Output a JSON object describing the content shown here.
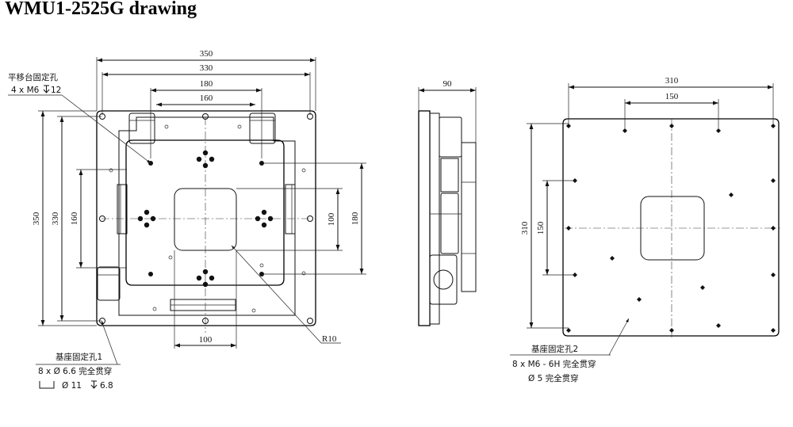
{
  "title": "WMU1-2525G drawing",
  "front": {
    "dims": {
      "w350": "350",
      "w330": "330",
      "w180": "180",
      "w160": "160",
      "h350": "350",
      "h330": "330",
      "h160": "160",
      "r180": "180",
      "r100": "100",
      "b100": "100"
    },
    "note_top_line1": "平移台固定孔",
    "note_top_line2": "4 x M6",
    "note_top_depth": "12",
    "note_bottom_line1": "基座固定孔1",
    "note_bottom_line2": "8 x  Ø 6.6 完全贯穿",
    "note_bottom_line3": "Ø  11",
    "note_bottom_depth": "6.8",
    "radius": "R10"
  },
  "side": {
    "dims": {
      "w90": "90"
    }
  },
  "bottom": {
    "dims": {
      "w310": "310",
      "w150": "150",
      "h310": "310",
      "h150": "150"
    },
    "note_line1": "基座固定孔2",
    "note_line2": "8 x  M6 - 6H 完全贯穿",
    "note_line3": "Ø 5 完全贯穿"
  }
}
